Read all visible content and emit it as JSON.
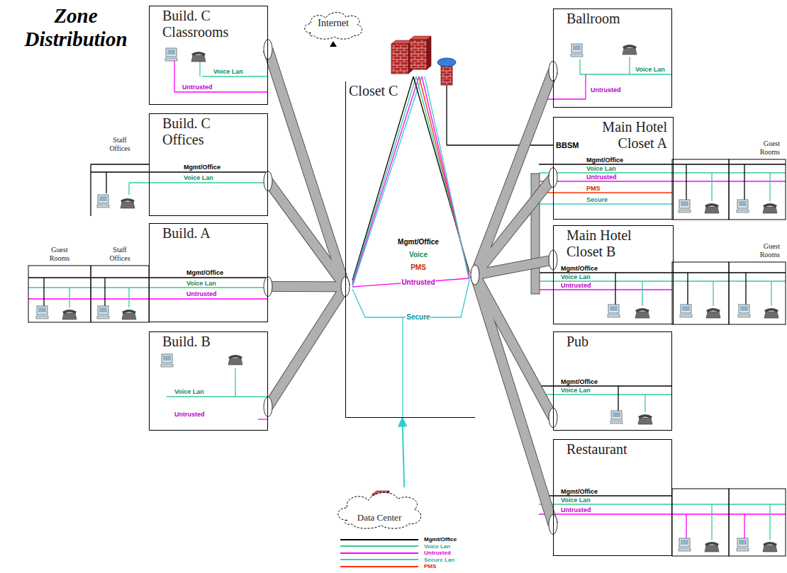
{
  "diagram": {
    "title": "Zone Distribution",
    "nodes": [
      {
        "text": [
          "Build. C Classrooms"
        ]
      },
      {
        "text": [
          "Build. C Offices"
        ]
      },
      {
        "text": [
          "Staff Offices"
        ]
      },
      {
        "text": [
          "Guest Rooms"
        ]
      },
      {
        "text": [
          "Staff Offices"
        ]
      },
      {
        "text": [
          "Build. A"
        ]
      },
      {
        "text": [
          "Build. B"
        ]
      },
      {
        "text": [
          "Internet"
        ]
      },
      {
        "text": [
          "Closet C"
        ]
      },
      {
        "text": [
          "Data Center"
        ]
      },
      {
        "text": [
          "Ballroom"
        ]
      },
      {
        "text": [
          "Main Hotel Closet A"
        ]
      },
      {
        "text": [
          "Guest Rooms"
        ]
      },
      {
        "text": [
          "Main Hotel Closet B"
        ]
      },
      {
        "text": [
          "Guest Rooms"
        ]
      },
      {
        "text": [
          "Pub"
        ]
      },
      {
        "text": [
          "Restaurant"
        ]
      }
    ],
    "edges": [
      {
        "from": 8,
        "to": 0,
        "arrow": "none"
      },
      {
        "from": 8,
        "to": 1,
        "arrow": "none"
      },
      {
        "from": 8,
        "to": 5,
        "arrow": "none"
      },
      {
        "from": 8,
        "to": 6,
        "arrow": "none"
      },
      {
        "from": 8,
        "to": 10,
        "arrow": "none"
      },
      {
        "from": 8,
        "to": 11,
        "arrow": "none"
      },
      {
        "from": 8,
        "to": 13,
        "arrow": "none"
      },
      {
        "from": 8,
        "to": 15,
        "arrow": "none"
      },
      {
        "from": 8,
        "to": 16,
        "arrow": "none"
      },
      {
        "from": 9,
        "to": 8,
        "arrow": "to"
      }
    ],
    "labels": [
      "BBSM",
      "Voice Lan",
      "Untrusted",
      "Mgmt/Office",
      "Voice Lan",
      "Mgmt/Office",
      "Voice Lan",
      "Untrusted",
      "Voice Lan",
      "Untrusted",
      "Mgmt/Office",
      "Voice",
      "PMS",
      "Untrusted",
      "Secure",
      "Voice Lan",
      "Untrusted",
      "Mgmt/Office",
      "Voice Lan",
      "Untrusted",
      "PMS",
      "Secure",
      "Mgmt/Office",
      "Voice Lan",
      "Untrusted",
      "Mgmt/Office",
      "Voice Lan",
      "Mgmt/Office",
      "Voice Lan",
      "Untrusted"
    ],
    "legend": [
      {
        "text": "Mgmt/Office",
        "color": "#000000"
      },
      {
        "text": "Voice Lan",
        "color": "#33cc99"
      },
      {
        "text": "Untrusted",
        "color": "#ff00ff"
      },
      {
        "text": "Secure Lan",
        "color": "#33cccc"
      },
      {
        "text": "PMS",
        "color": "#ff3300"
      }
    ]
  }
}
